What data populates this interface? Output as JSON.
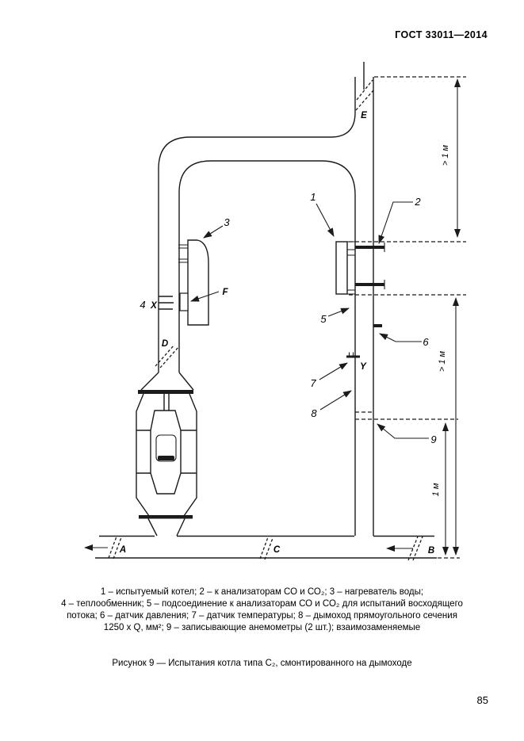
{
  "page": {
    "header": "ГОСТ 33011—2014",
    "page_number": "85"
  },
  "figure": {
    "legend_lines": [
      "1 – испытуемый котел; 2 – к анализаторам СО и СО₂; 3 – нагреватель воды;",
      "4 – теплообменник; 5 – подсоединение к анализаторам СО и СО₂ для испытаний восходящего",
      "потока; 6 – датчик давления; 7 – датчик температуры; 8 – дымоход прямоугольного сечения",
      "1250 x Q, мм²; 9 – записывающие анемометры (2 шт.); взаимозаменяемые"
    ],
    "caption": "Рисунок 9 — Испытания котла типа С₂, смонтированного на дымоходе"
  },
  "diagram": {
    "callouts": {
      "c1": "1",
      "c2": "2",
      "c3": "3",
      "c4": "4",
      "c5": "5",
      "c6": "6",
      "c7": "7",
      "c8": "8",
      "c9": "9"
    },
    "sections": {
      "A": "A",
      "B": "B",
      "C": "C",
      "D": "D",
      "E": "E",
      "F": "F",
      "X": "X",
      "Y": "Y"
    },
    "dimensions": {
      "top": "> 1 м",
      "mid": "> 1 м",
      "bottom": "1 м"
    }
  }
}
